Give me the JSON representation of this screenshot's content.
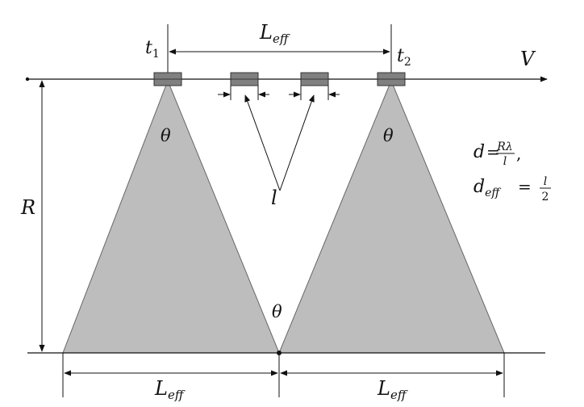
{
  "labels": {
    "t1": "t",
    "t1_sub": "1",
    "t2": "t",
    "t2_sub": "2",
    "top_span_main": "L",
    "top_span_sub": "eff",
    "velocity": "V",
    "range": "R",
    "theta_left": "θ",
    "theta_right": "θ",
    "theta_bottom": "θ",
    "length": "l",
    "bottom_left_main": "L",
    "bottom_left_sub": "eff",
    "bottom_right_main": "L",
    "bottom_right_sub": "eff"
  },
  "formulas": {
    "d_lhs": "d",
    "d_num": "Rλ",
    "d_den": "l",
    "d_trail": ",",
    "deff_main": "d",
    "deff_sub": "eff",
    "deff_num": "l",
    "deff_den": "2",
    "equals": "="
  },
  "colors": {
    "beam_fill": "#bdbdbd",
    "antenna_fill": "#808080",
    "line": "#111111"
  }
}
